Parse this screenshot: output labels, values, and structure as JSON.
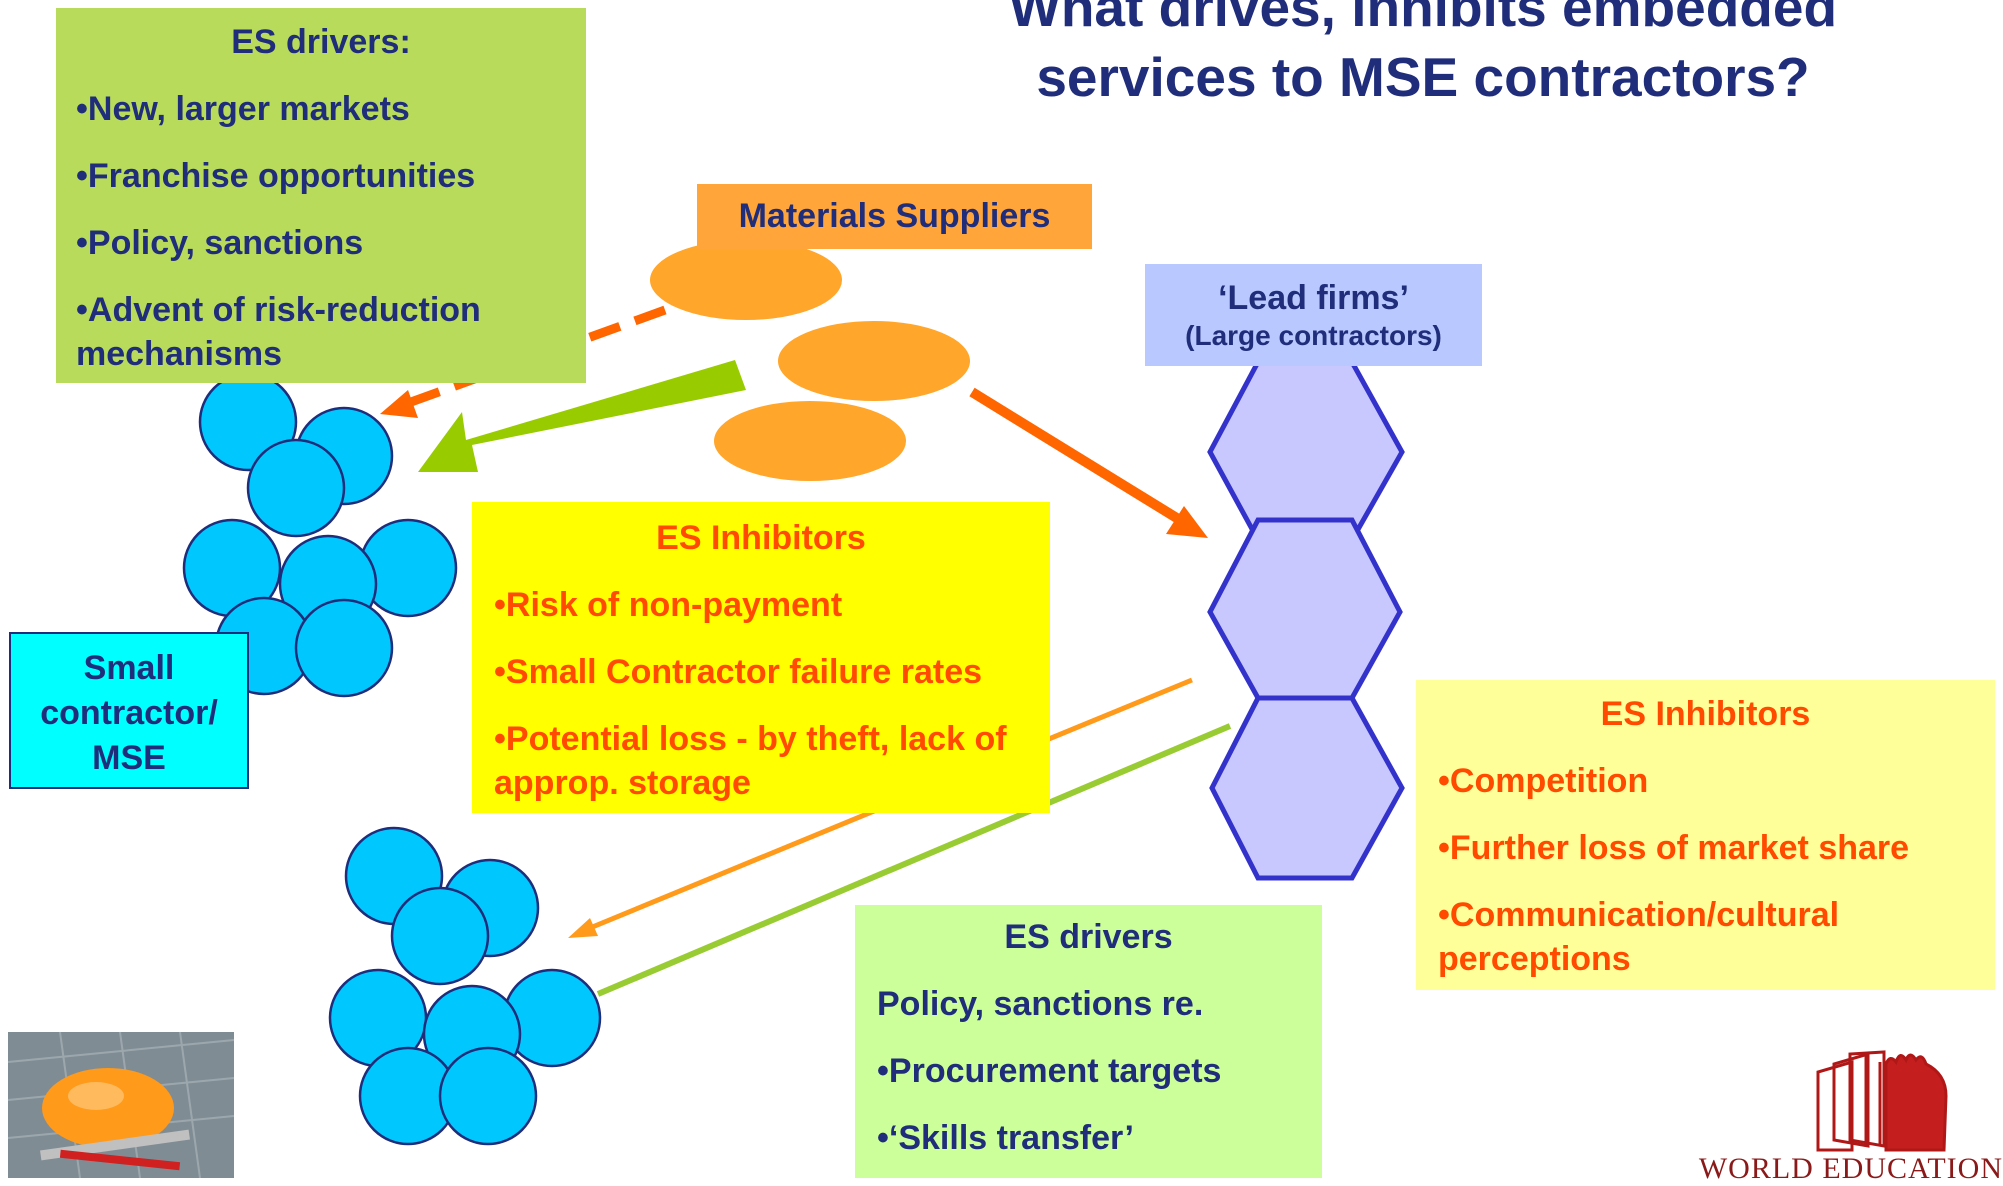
{
  "title": "What drives, inhibits embedded services to MSE contractors?",
  "materials_suppliers": "Materials Suppliers",
  "lead_firms": {
    "line1": "‘Lead firms’",
    "line2": "(Large contractors)"
  },
  "small_contractor": {
    "line1": "Small",
    "line2": "contractor/",
    "line3": "MSE"
  },
  "es_drivers_top": {
    "heading": "ES drivers:",
    "items": [
      "•New, larger markets",
      "•Franchise opportunities",
      "•Policy, sanctions",
      "•Advent of risk-reduction mechanisms"
    ]
  },
  "es_inhibitors_mid": {
    "heading": "ES Inhibitors",
    "items": [
      "•Risk of non-payment",
      "•Small Contractor failure rates",
      "•Potential loss - by theft, lack of approp. storage"
    ]
  },
  "es_inhibitors_right": {
    "heading": "ES Inhibitors",
    "items": [
      "•Competition",
      "•Further loss of market share",
      "•Communication/cultural perceptions"
    ]
  },
  "es_drivers_bottom": {
    "heading": "ES drivers",
    "items": [
      "Policy, sanctions re.",
      "•Procurement targets",
      "•‘Skills transfer’"
    ]
  },
  "logo_text": "WORLD EDUCATION",
  "colors": {
    "title": "#1f2d7a",
    "circle_fill": "#00c8ff",
    "hexagon_fill": "#c8c8ff",
    "hexagon_stroke": "#3333cc",
    "supplier_ellipse": "#ffa62b",
    "arrow_orange": "#ff6600",
    "arrow_green": "#99cc00"
  }
}
